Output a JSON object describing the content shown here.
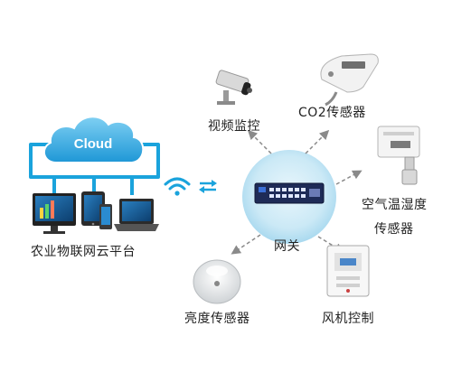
{
  "diagram": {
    "cloud_label": "Cloud",
    "platform_label": "农业物联网云平台",
    "gateway_label": "网关",
    "nodes": {
      "camera": "视频监控",
      "co2": "CO2传感器",
      "air_line1": "空气温湿度",
      "air_line2": "传感器",
      "light": "亮度传感器",
      "fan": "风机控制"
    },
    "colors": {
      "accent": "#1aa3dc",
      "cloud": "#3fb3e8",
      "hub": "#bfe3f3",
      "arrow": "#8a8a8a"
    }
  }
}
